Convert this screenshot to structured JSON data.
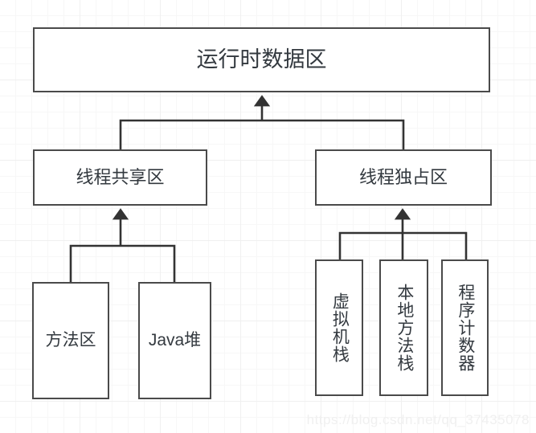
{
  "diagram": {
    "title": "运行时数据区",
    "watermark": "https://blog.csdn.net/qq_37435078",
    "colors": {
      "box_border": "#4a4a4a",
      "box_fill": "#ffffff",
      "text": "#33393f",
      "connector": "#333333",
      "grid_minor": "#f7f7f7",
      "grid_major": "#f0f0f0",
      "watermark": "#f0f0f0"
    },
    "nodes": {
      "root": {
        "label": "运行时数据区"
      },
      "shared": {
        "label": "线程共享区"
      },
      "exclusive": {
        "label": "线程独占区"
      },
      "method_area": {
        "label": "方法区"
      },
      "java_heap": {
        "label": "Java堆"
      },
      "vm_stack": {
        "label": "虚拟机栈"
      },
      "native_method_stack": {
        "label": "本地方法栈"
      },
      "program_counter": {
        "label": "程序计数器"
      }
    },
    "edges": [
      {
        "from": "shared",
        "to": "root",
        "arrow": "up"
      },
      {
        "from": "exclusive",
        "to": "root",
        "arrow": "up"
      },
      {
        "from": "method_area",
        "to": "shared",
        "arrow": "up"
      },
      {
        "from": "java_heap",
        "to": "shared",
        "arrow": "up"
      },
      {
        "from": "vm_stack",
        "to": "exclusive",
        "arrow": "up"
      },
      {
        "from": "native_method_stack",
        "to": "exclusive",
        "arrow": "up"
      },
      {
        "from": "program_counter",
        "to": "exclusive",
        "arrow": "up"
      }
    ]
  }
}
